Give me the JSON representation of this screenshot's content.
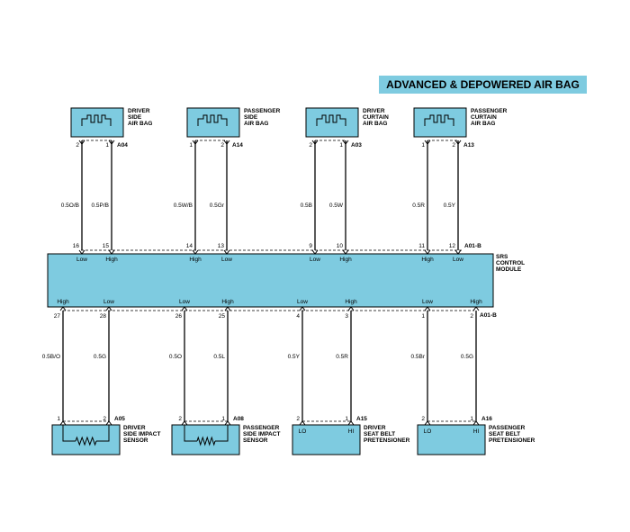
{
  "title": "ADVANCED & DEPOWERED AIR BAG",
  "colors": {
    "box_fill": "#7ecbe0",
    "wire": "#000000"
  },
  "module": {
    "label": [
      "SRS",
      "CONTROL",
      "MODULE"
    ],
    "top_connector": "A01-B",
    "bottom_connector": "A01-B"
  },
  "top_components": [
    {
      "name": [
        "DRIVER",
        "SIDE",
        "AIR BAG"
      ],
      "connector": "A04",
      "wires": [
        {
          "comp_pin": "2",
          "module_pin": "16",
          "wire": "0.5O/B",
          "level": "Low"
        },
        {
          "comp_pin": "1",
          "module_pin": "15",
          "wire": "0.5P/B",
          "level": "High"
        }
      ]
    },
    {
      "name": [
        "PASSENGER",
        "SIDE",
        "AIR BAG"
      ],
      "connector": "A14",
      "wires": [
        {
          "comp_pin": "1",
          "module_pin": "14",
          "wire": "0.5W/B",
          "level": "High"
        },
        {
          "comp_pin": "2",
          "module_pin": "13",
          "wire": "0.5Gr",
          "level": "Low"
        }
      ]
    },
    {
      "name": [
        "DRIVER",
        "CURTAIN",
        "AIR BAG"
      ],
      "connector": "A03",
      "wires": [
        {
          "comp_pin": "2",
          "module_pin": "9",
          "wire": "0.5B",
          "level": "Low"
        },
        {
          "comp_pin": "1",
          "module_pin": "10",
          "wire": "0.5W",
          "level": "High"
        }
      ]
    },
    {
      "name": [
        "PASSENGER",
        "CURTAIN",
        "AIR BAG"
      ],
      "connector": "A13",
      "wires": [
        {
          "comp_pin": "1",
          "module_pin": "11",
          "wire": "0.5R",
          "level": "High"
        },
        {
          "comp_pin": "2",
          "module_pin": "12",
          "wire": "0.5Y",
          "level": "Low"
        }
      ]
    }
  ],
  "bottom_components": [
    {
      "name": [
        "DRIVER",
        "SIDE IMPACT",
        "SENSOR"
      ],
      "connector": "A05",
      "kind": "sensor",
      "wires": [
        {
          "comp_pin": "1",
          "module_pin": "27",
          "wire": "0.5B/O",
          "level": "High"
        },
        {
          "comp_pin": "2",
          "module_pin": "28",
          "wire": "0.5G",
          "level": "Low"
        }
      ]
    },
    {
      "name": [
        "PASSENGER",
        "SIDE IMPACT",
        "SENSOR"
      ],
      "connector": "A08",
      "kind": "sensor",
      "wires": [
        {
          "comp_pin": "2",
          "module_pin": "26",
          "wire": "0.5O",
          "level": "Low"
        },
        {
          "comp_pin": "1",
          "module_pin": "25",
          "wire": "0.5L",
          "level": "High"
        }
      ]
    },
    {
      "name": [
        "DRIVER",
        "SEAT BELT",
        "PRETENSIONER"
      ],
      "connector": "A15",
      "kind": "pretensioner",
      "terminals": [
        "LO",
        "HI"
      ],
      "wires": [
        {
          "comp_pin": "2",
          "module_pin": "4",
          "wire": "0.5Y",
          "level": "Low"
        },
        {
          "comp_pin": "1",
          "module_pin": "3",
          "wire": "0.5R",
          "level": "High"
        }
      ]
    },
    {
      "name": [
        "PASSENGER",
        "SEAT BELT",
        "PRETENSIONER"
      ],
      "connector": "A16",
      "kind": "pretensioner",
      "terminals": [
        "LO",
        "HI"
      ],
      "wires": [
        {
          "comp_pin": "2",
          "module_pin": "1",
          "wire": "0.5Br",
          "level": "Low"
        },
        {
          "comp_pin": "1",
          "module_pin": "2",
          "wire": "0.5G",
          "level": "High"
        }
      ]
    }
  ]
}
